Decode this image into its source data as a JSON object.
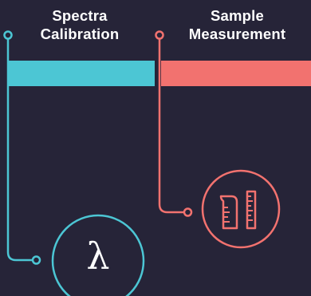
{
  "stages": [
    {
      "title_line1": "Spectra",
      "title_line2": "Calibration",
      "color": "#4cc6d4",
      "icon": "lambda-icon",
      "symbol": "λ"
    },
    {
      "title_line1": "Sample",
      "title_line2": "Measurement",
      "color": "#f2726f",
      "icon": "beaker-ruler-icon"
    }
  ],
  "background": "#262438"
}
